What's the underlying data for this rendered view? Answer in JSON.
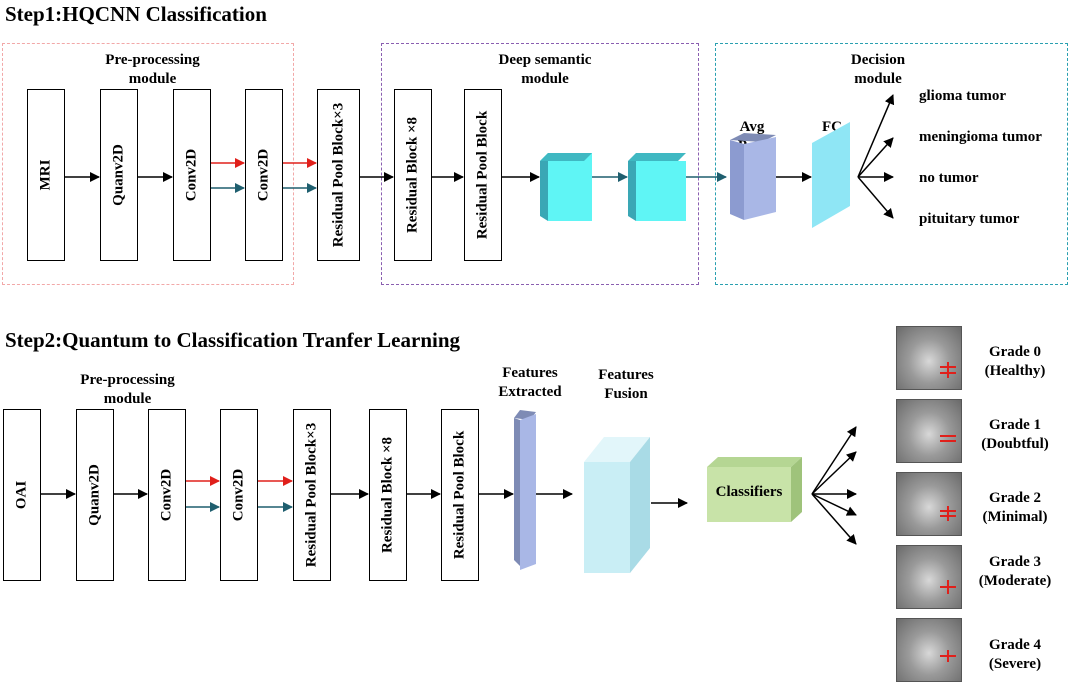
{
  "step1": {
    "title": "Step1:HQCNN Classification",
    "modules": {
      "preprocessing": "Pre-processing module",
      "deep_semantic": "Deep semantic module",
      "decision": "Decision module"
    },
    "blocks": {
      "mri": "MRI",
      "quanv": "Quanv2D",
      "conv1": "Conv2D",
      "conv2": "Conv2D",
      "respool": "Residual Pool Block×3",
      "resblock": "Residual Block ×8",
      "respoolblock": "Residual Pool Block"
    },
    "avg_pool": "Avg Pool",
    "fc": "FC (4)",
    "outputs": [
      "glioma tumor",
      "meningioma tumor",
      "no tumor",
      "pituitary tumor"
    ]
  },
  "step2": {
    "title": "Step2:Quantum to Classification Tranfer Learning",
    "preprocessing": "Pre-processing module",
    "blocks": {
      "oai": "OAI",
      "quanv": "Quanv2D",
      "conv1": "Conv2D",
      "conv2": "Conv2D",
      "respool": "Residual Pool Block×3",
      "resblock": "Residual Block ×8",
      "respoolblock": "Residual Pool Block"
    },
    "features_extracted": "Features Extracted",
    "features_fusion": "Features Fusion",
    "classifiers": "Classifiers",
    "grades": [
      {
        "grade": "Grade 0",
        "desc": "(Healthy)"
      },
      {
        "grade": "Grade 1",
        "desc": "(Doubtful)"
      },
      {
        "grade": "Grade 2",
        "desc": "(Minimal)"
      },
      {
        "grade": "Grade 3",
        "desc": "(Moderate)"
      },
      {
        "grade": "Grade 4",
        "desc": "(Severe)"
      }
    ]
  },
  "colors": {
    "red_arrow": "#e0201b",
    "teal_arrow": "#1f5f6f",
    "frame_pre": "#f2a8a8",
    "frame_deep": "#8a5fb0",
    "frame_decision": "#2aa0b0",
    "cyan_block": "#5ff5f5",
    "lavender": "#a9b7e6",
    "fc_cyan": "#8fe6f5",
    "fusion": "#c9eef5",
    "classifier_green": "#c8e3a8"
  }
}
